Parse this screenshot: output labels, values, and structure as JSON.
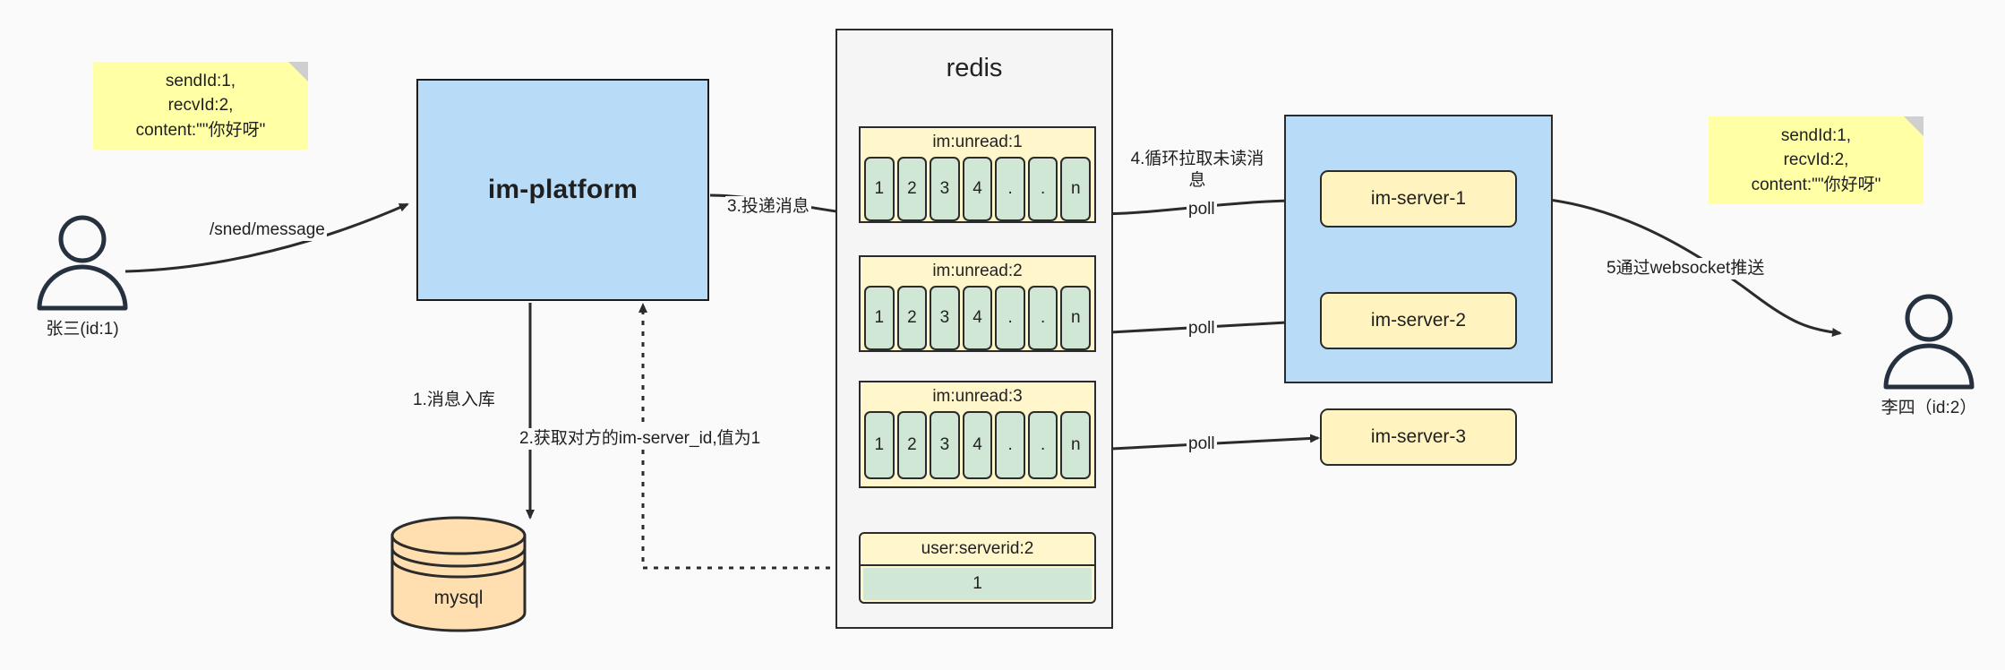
{
  "diagram": {
    "title": "IM message delivery architecture",
    "colors": {
      "note": "#ffffa6",
      "process": "#b8dcf8",
      "redis_panel": "#f5f5f5",
      "list_header": "#fff6cc",
      "list_cell": "#cfe7d4",
      "server_chip": "#fff3bf",
      "database": "#ffdfb0",
      "stroke": "#2b2b2b",
      "background": "#fafafa"
    }
  },
  "notes": {
    "left": "sendId:1,\nrecvId:2,\ncontent:\"\"你好呀\"",
    "right": "sendId:1,\nrecvId:2,\ncontent:\"\"你好呀\""
  },
  "actors": {
    "sender": {
      "label": "张三(id:1)",
      "icon": "user-icon"
    },
    "receiver": {
      "label": "李四（id:2）",
      "icon": "user-icon"
    }
  },
  "nodes": {
    "platform": {
      "label": "im-platform"
    },
    "database": {
      "label": "mysql",
      "icon": "database-cylinder-icon"
    },
    "redis": {
      "title": "redis"
    }
  },
  "redis_lists": [
    {
      "key": "im:unread:1",
      "cells": [
        "1",
        "2",
        "3",
        "4",
        ".",
        ".",
        "n"
      ]
    },
    {
      "key": "im:unread:2",
      "cells": [
        "1",
        "2",
        "3",
        "4",
        ".",
        ".",
        "n"
      ]
    },
    {
      "key": "im:unread:3",
      "cells": [
        "1",
        "2",
        "3",
        "4",
        ".",
        ".",
        "n"
      ]
    }
  ],
  "redis_kv": {
    "key": "user:serverid:2",
    "value": "1"
  },
  "servers": [
    {
      "label": "im-server-1"
    },
    {
      "label": "im-server-2"
    },
    {
      "label": "im-server-3"
    }
  ],
  "edges": {
    "send_message": "/sned/message",
    "step1": "1.消息入库",
    "step2": "2.获取对方的im-server_id,值为1",
    "step3": "3.投递消息",
    "step4": "4.循环拉取未读消\n息",
    "poll1": "poll",
    "poll2": "poll",
    "poll3": "poll",
    "step5": "5通过websocket推送"
  }
}
